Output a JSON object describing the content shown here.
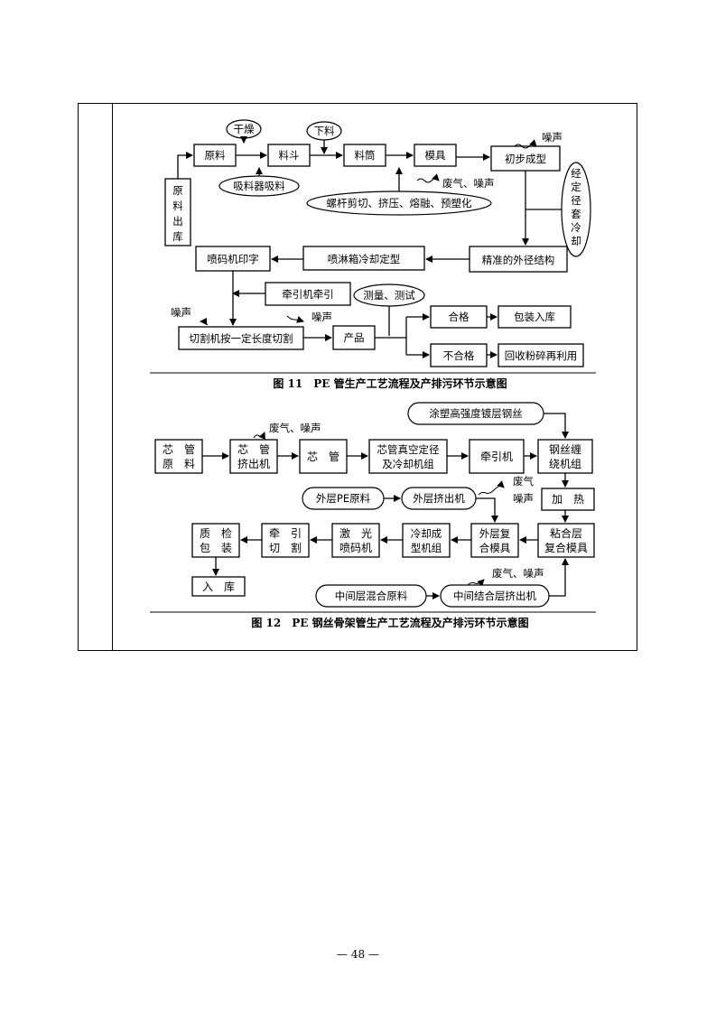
{
  "fig11": {
    "caption": "图 11　PE 管生产工艺流程及产排污环节示意图",
    "dry": "干燥",
    "feed": "下料",
    "raw_store": [
      "原",
      "料",
      "出",
      "库"
    ],
    "raw": "原料",
    "hopper": "料斗",
    "barrel": "料筒",
    "mold": "模具",
    "preform": "初步成型",
    "suction": "吸料器吸料",
    "screw": "螺杆剪切、挤压、熔融、预塑化",
    "waste_noise": "废气、噪声",
    "noise": "噪声",
    "cooling": [
      "经",
      "定",
      "径",
      "套",
      "冷",
      "却"
    ],
    "precise": "精准的外径结构",
    "spray_cool": "喷淋箱冷却定型",
    "coder": "喷码机印字",
    "puller": "牵引机牵引",
    "measure": "测量、测试",
    "noise2": "噪声",
    "noise3": "噪声",
    "cutter": "切割机按一定长度切割",
    "product": "产品",
    "pass": "合格",
    "pack": "包装入库",
    "fail": "不合格",
    "recycle": "回收粉碎再利用"
  },
  "fig12": {
    "caption": "图 12　PE 钢丝骨架管生产工艺流程及产排污环节示意图",
    "steel": "涂塑高强度镀层钢丝",
    "core_raw": [
      "芯　管",
      "原　料"
    ],
    "core_ext": [
      "芯　管",
      "挤出机"
    ],
    "waste_noise1": "废气、噪声",
    "core": "芯　管",
    "vac": [
      "芯管真空定径",
      "及冷却机组"
    ],
    "puller": "牵引机",
    "winder": [
      "钢丝缠",
      "绕机组"
    ],
    "outer_raw": "外层PE原料",
    "outer_ext": "外层挤出机",
    "waste_gas": "废气",
    "noise": "噪声",
    "heat": "加　热",
    "qc": [
      "质　检",
      "包　装"
    ],
    "pull_cut": [
      "牵　引",
      "切　割"
    ],
    "laser": [
      "激　光",
      "喷码机"
    ],
    "cool_form": [
      "冷却成",
      "型机组"
    ],
    "outer_mold": [
      "外层复",
      "合模具"
    ],
    "adhesive": [
      "粘合层",
      "复合模具"
    ],
    "store": "入　库",
    "mid_raw": "中间层混合原料",
    "mid_ext": "中间结合层挤出机",
    "waste_noise2": "废气、噪声"
  },
  "page_number": "— 48 —"
}
